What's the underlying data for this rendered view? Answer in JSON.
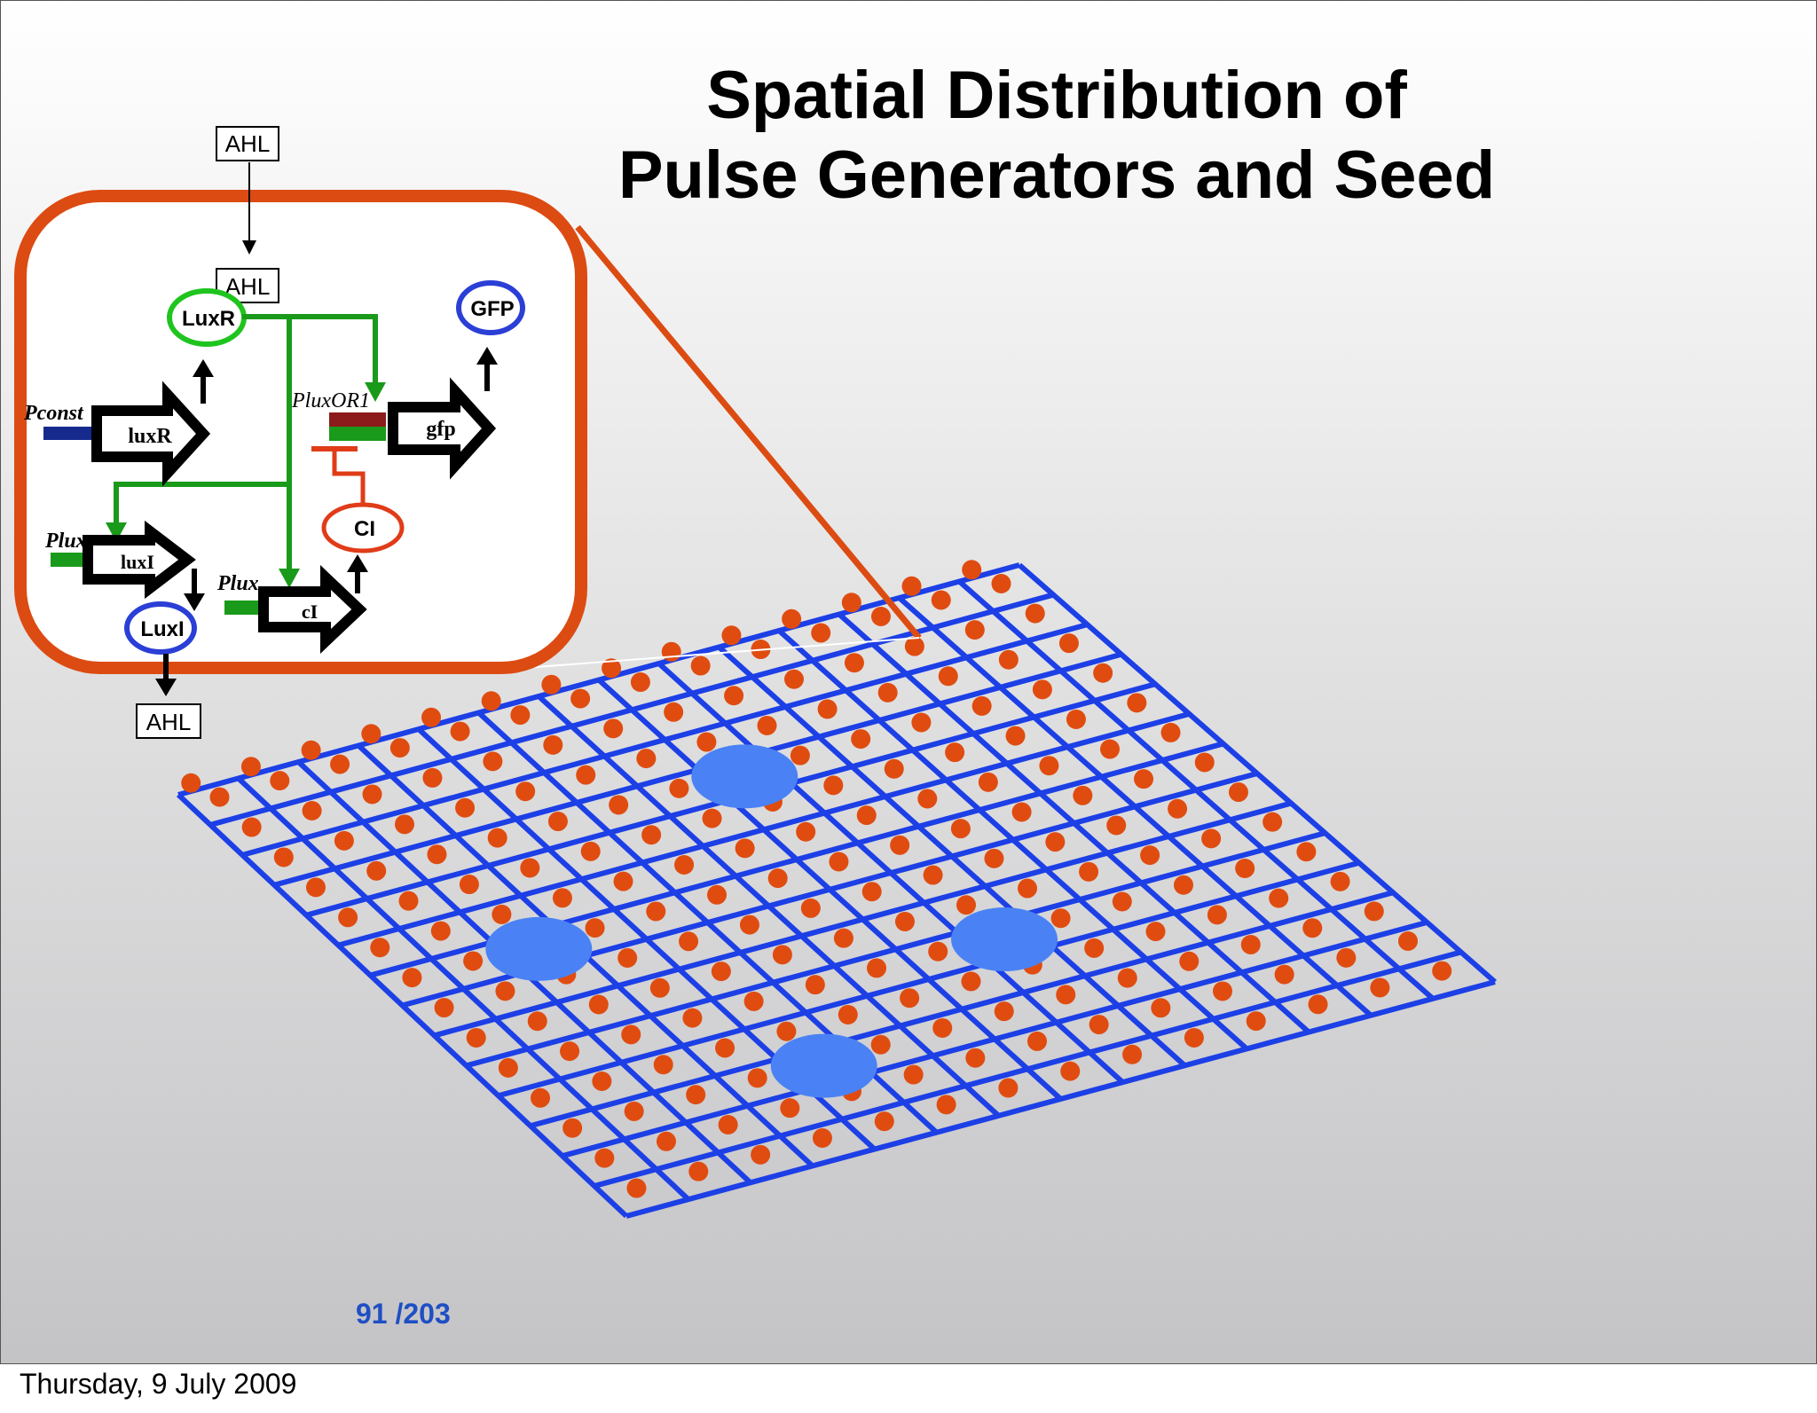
{
  "slide": {
    "title_line1": "Spatial Distribution of",
    "title_line2": "Pulse Generators and Seed",
    "page_number": "91 /203",
    "footer_date": "Thursday, 9 July 2009"
  },
  "circuit": {
    "ahl_top": "AHL",
    "ahl_inner": "AHL",
    "ahl_bottom": "AHL",
    "luxr_protein": "LuxR",
    "gfp_protein": "GFP",
    "ci_protein": "CI",
    "luxi_protein": "LuxI",
    "pconst_label": "Pconst",
    "luxr_gene": "luxR",
    "pluxor1_label": "PluxOR1",
    "gfp_gene": "gfp",
    "plux_label_1": "Plux",
    "luxi_gene": "luxI",
    "plux_label_2": "Plux",
    "ci_gene": "cI"
  },
  "colors": {
    "frame_orange": "#dc4b12",
    "grid_blue": "#1c3fe6",
    "cell_orange": "#e04c10",
    "seed_blue": "#4a82f5",
    "activation_green": "#1a9a1a",
    "luxr_ring_green": "#1fc41f",
    "gfp_ring_blue": "#2b3fd6",
    "repression_red": "#e03c18",
    "pconst_navy": "#162a8e",
    "pluxor1_dark_red": "#8c1c1c"
  },
  "icons": {
    "arrow_up": "arrow-up-icon",
    "arrow_down": "arrow-down-icon",
    "gene_arrow": "gene-arrow-icon"
  },
  "grid": {
    "rows": 14,
    "cols": 14,
    "seed_count": 4,
    "seed_cells": [
      [
        3,
        7
      ],
      [
        6,
        2
      ],
      [
        9,
        8
      ],
      [
        11,
        4
      ]
    ]
  }
}
